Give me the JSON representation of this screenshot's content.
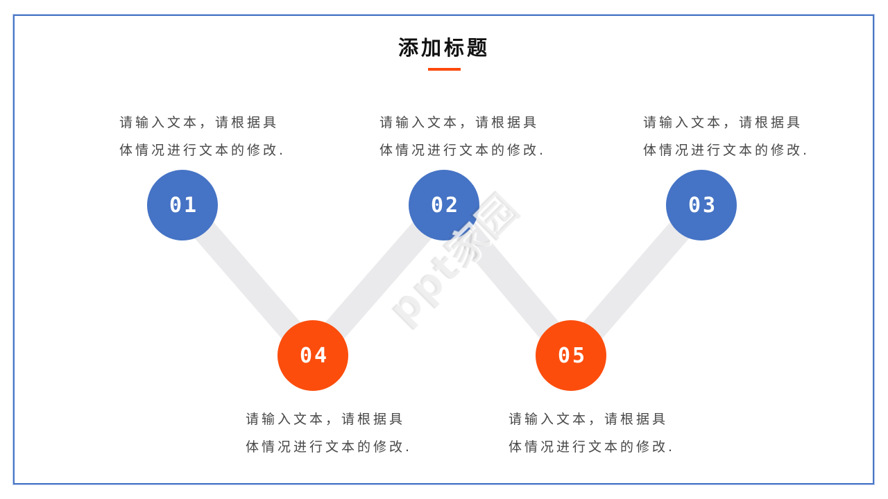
{
  "title": {
    "text": "添加标题",
    "underline_color": "#FB4A0C"
  },
  "steps": [
    {
      "number": "01",
      "circle_color": "#4573C5",
      "line1": "请输入文本，请根据具",
      "line2": "体情况进行文本的修改."
    },
    {
      "number": "02",
      "circle_color": "#4573C5",
      "line1": "请输入文本，请根据具",
      "line2": "体情况进行文本的修改."
    },
    {
      "number": "03",
      "circle_color": "#4573C5",
      "line1": "请输入文本，请根据具",
      "line2": "体情况进行文本的修改."
    },
    {
      "number": "04",
      "circle_color": "#FC4D0D",
      "line1": "请输入文本，请根据具",
      "line2": "体情况进行文本的修改."
    },
    {
      "number": "05",
      "circle_color": "#FC4D0D",
      "line1": "请输入文本，请根据具",
      "line2": "体情况进行文本的修改."
    }
  ],
  "watermark": {
    "text": "ppt家园"
  },
  "colors": {
    "circle_blue": "#4573C5",
    "circle_orange": "#FC4D0D",
    "accent_orange": "#FB4A0C",
    "connector_gray": "#EAEAEC",
    "body_text": "#474747",
    "frame_blue_dark": "#4A76C6",
    "frame_blue_light": "#B8CBEC"
  }
}
